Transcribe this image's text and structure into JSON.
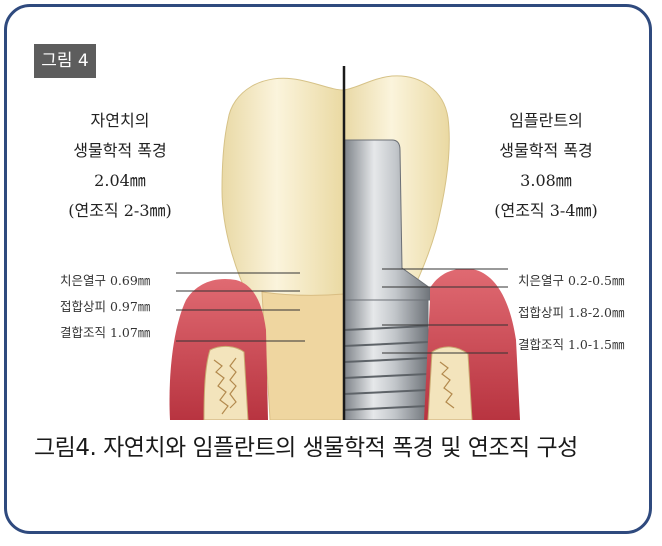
{
  "badge": "그림 4",
  "natural": {
    "title_line1": "자연치의",
    "title_line2": "생물학적 폭경",
    "width": "2.04㎜",
    "soft_tissue": "(연조직 2-3㎜)",
    "labels": [
      "치은열구 0.69㎜",
      "접합상피 0.97㎜",
      "결합조직 1.07㎜"
    ]
  },
  "implant": {
    "title_line1": "임플란트의",
    "title_line2": "생물학적 폭경",
    "width": "3.08㎜",
    "soft_tissue": "(연조직 3-4㎜)",
    "labels": [
      "치은열구 0.2-0.5㎜",
      "접합상피 1.8-2.0㎜",
      "결합조직 1.0-1.5㎜"
    ]
  },
  "caption": "그림4. 자연치와 임플란트의 생물학적 폭경 및 연조직 구성",
  "colors": {
    "frame": "#2f4a7e",
    "gum": "#c8464e",
    "tooth": "#f3e7bf",
    "implant": "#b9bdc2"
  }
}
